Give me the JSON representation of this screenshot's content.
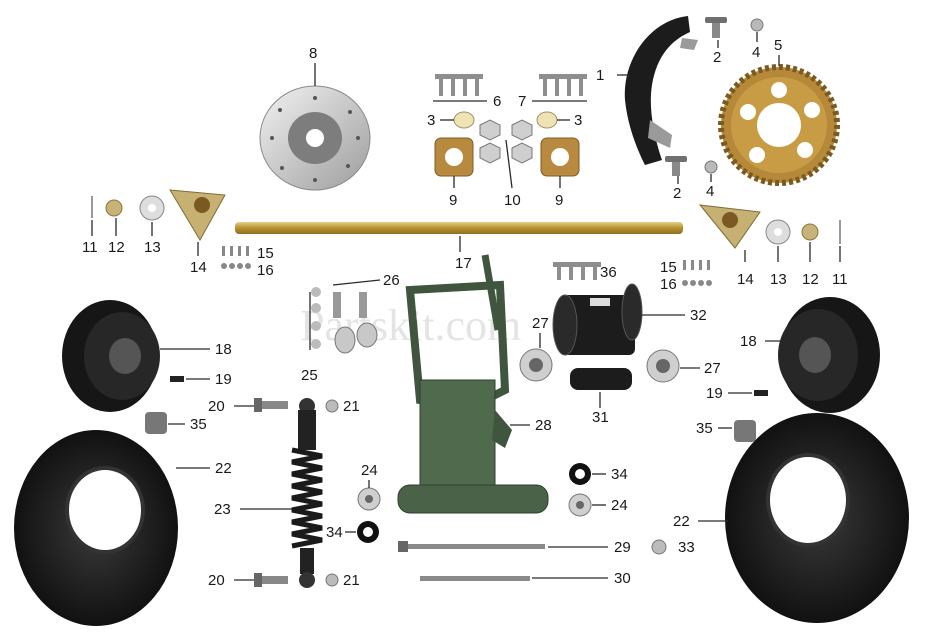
{
  "watermark": "Partskit.com",
  "colors": {
    "gold": "#c9a24a",
    "black": "#1c1c1c",
    "green": "#4a6248",
    "silver": "#c9c9c9",
    "rust": "#b26a2c"
  },
  "labels": {
    "p1": "1",
    "p2": "2",
    "p3": "3",
    "p4": "4",
    "p5": "5",
    "p6": "6",
    "p7": "7",
    "p8": "8",
    "p9": "9",
    "p10": "10",
    "p11": "11",
    "p12": "12",
    "p13": "13",
    "p14": "14",
    "p15": "15",
    "p16": "16",
    "p17": "17",
    "p18": "18",
    "p19": "19",
    "p20": "20",
    "p21": "21",
    "p22": "22",
    "p23": "23",
    "p24": "24",
    "p25": "25",
    "p26": "26",
    "p27": "27",
    "p28": "28",
    "p29": "29",
    "p30": "30",
    "p31": "31",
    "p32": "32",
    "p33": "33",
    "p34": "34",
    "p35": "35",
    "p36": "36"
  }
}
